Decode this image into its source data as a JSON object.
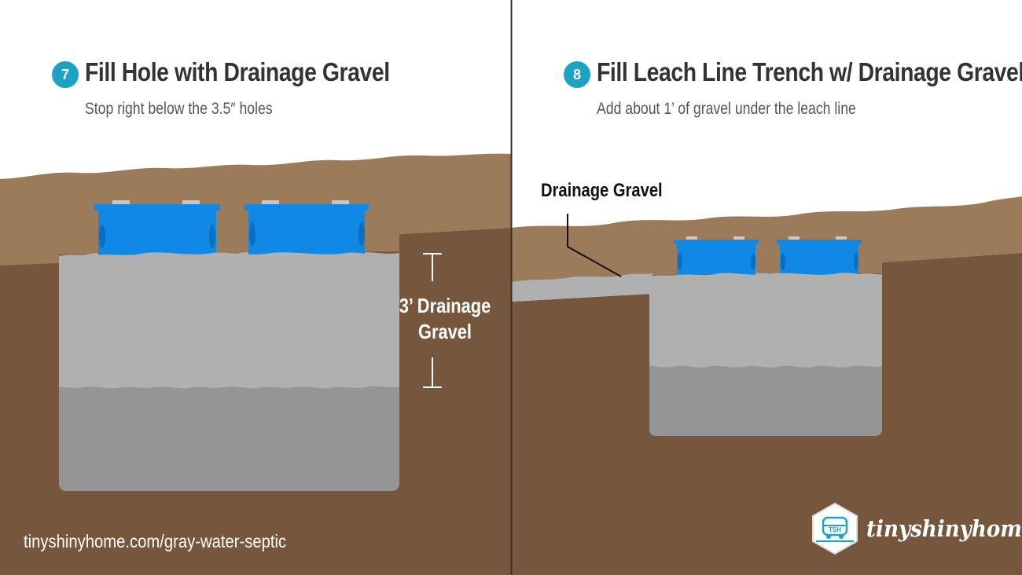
{
  "panels": [
    {
      "step_number": "7",
      "title": "Fill Hole with Drainage Gravel",
      "subtitle": "Stop right below the 3.5″ holes",
      "dimension_label_line1": "3’ Drainage",
      "dimension_label_line2": "Gravel"
    },
    {
      "step_number": "8",
      "title": "Fill Leach Line Trench w/ Drainage Gravel",
      "subtitle": "Add about 1’ of gravel under the leach line",
      "callout_label": "Drainage Gravel"
    }
  ],
  "footer": {
    "url": "tinyshinyhome.com/gray-water-septic",
    "brand_name": "tinyshinyhome",
    "logo_badge_text": "TSH"
  },
  "colors": {
    "sky": "#ffffff",
    "topsoil": "#9c7b5b",
    "deep_soil": "#76573d",
    "gravel_light": "#b0b0b0",
    "gravel_dark": "#959595",
    "tank_blue": "#1089e6",
    "tank_cap": "#c8c8c8",
    "step_badge": "#1aa3c4",
    "divider": "#333333"
  },
  "icons": {
    "step_badge": "numbered-circle",
    "logo": "hexagon-bus-logo"
  }
}
